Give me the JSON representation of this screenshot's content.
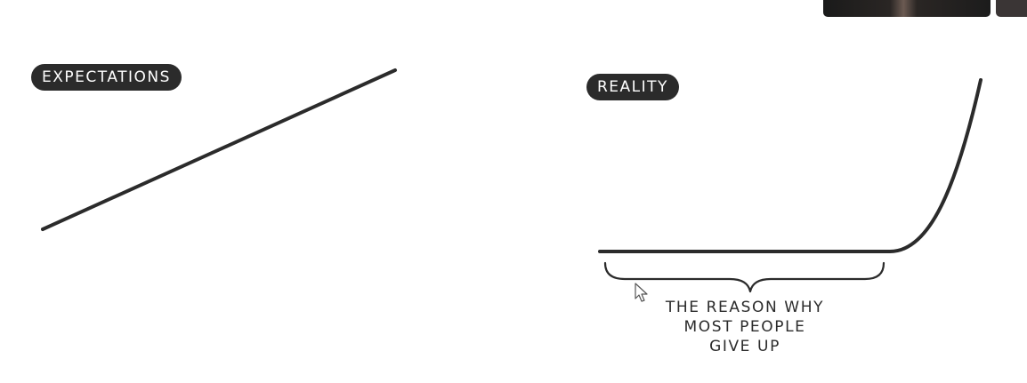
{
  "labels": {
    "expectations": "EXPECTATIONS",
    "reality": "REALITY"
  },
  "caption": {
    "line1": "THE REASON WHY",
    "line2": "MOST PEOPLE",
    "line3": "GIVE UP"
  },
  "colors": {
    "ink": "#2b2b2b",
    "background": "#ffffff"
  },
  "icons": {
    "pointer": "mouse-pointer-icon"
  }
}
